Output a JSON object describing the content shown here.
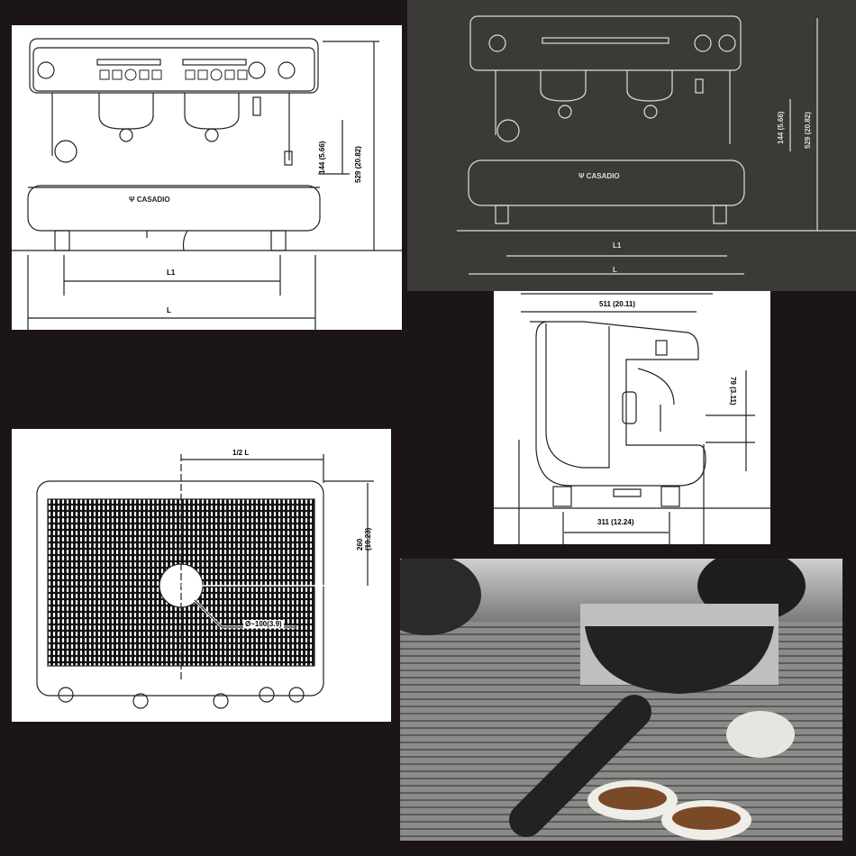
{
  "front_view": {
    "brand": "CASADIO",
    "height_label": "529 (20.82)",
    "group_label": "144 (5.66)",
    "l1_label": "L1",
    "l_label": "L"
  },
  "front_view_dark": {
    "brand": "CASADIO",
    "height_label": "529 (20.82)",
    "group_label": "144 (5.66)",
    "l1_label": "L1",
    "l_label": "L"
  },
  "side_view": {
    "depth_label": "511 (20.11)",
    "feet_label": "311 (12.24)",
    "cup_label": "79 (3.11)"
  },
  "top_view": {
    "half_label": "1/2 L",
    "depth_label": "260 (10.23)",
    "hole_label": "Ø~100(3.9)"
  },
  "colors": {
    "background": "#1b1517",
    "dark_panel": "#3b3a36"
  }
}
